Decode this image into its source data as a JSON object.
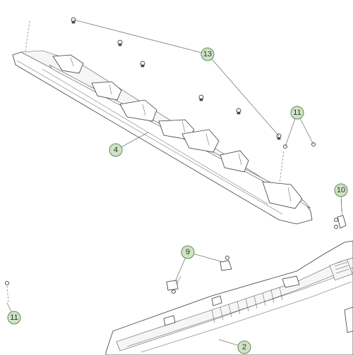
{
  "callouts": [
    {
      "id": "c13",
      "label": "13"
    },
    {
      "id": "c11a",
      "label": "11"
    },
    {
      "id": "c4",
      "label": "4"
    },
    {
      "id": "c10",
      "label": "10"
    },
    {
      "id": "c9",
      "label": "9"
    },
    {
      "id": "c11b",
      "label": "11"
    },
    {
      "id": "c2",
      "label": "2"
    }
  ],
  "colors": {
    "callout_fill": "#cfe3c6",
    "callout_stroke": "#5f8a55",
    "line_art": "#3a3a3a"
  }
}
